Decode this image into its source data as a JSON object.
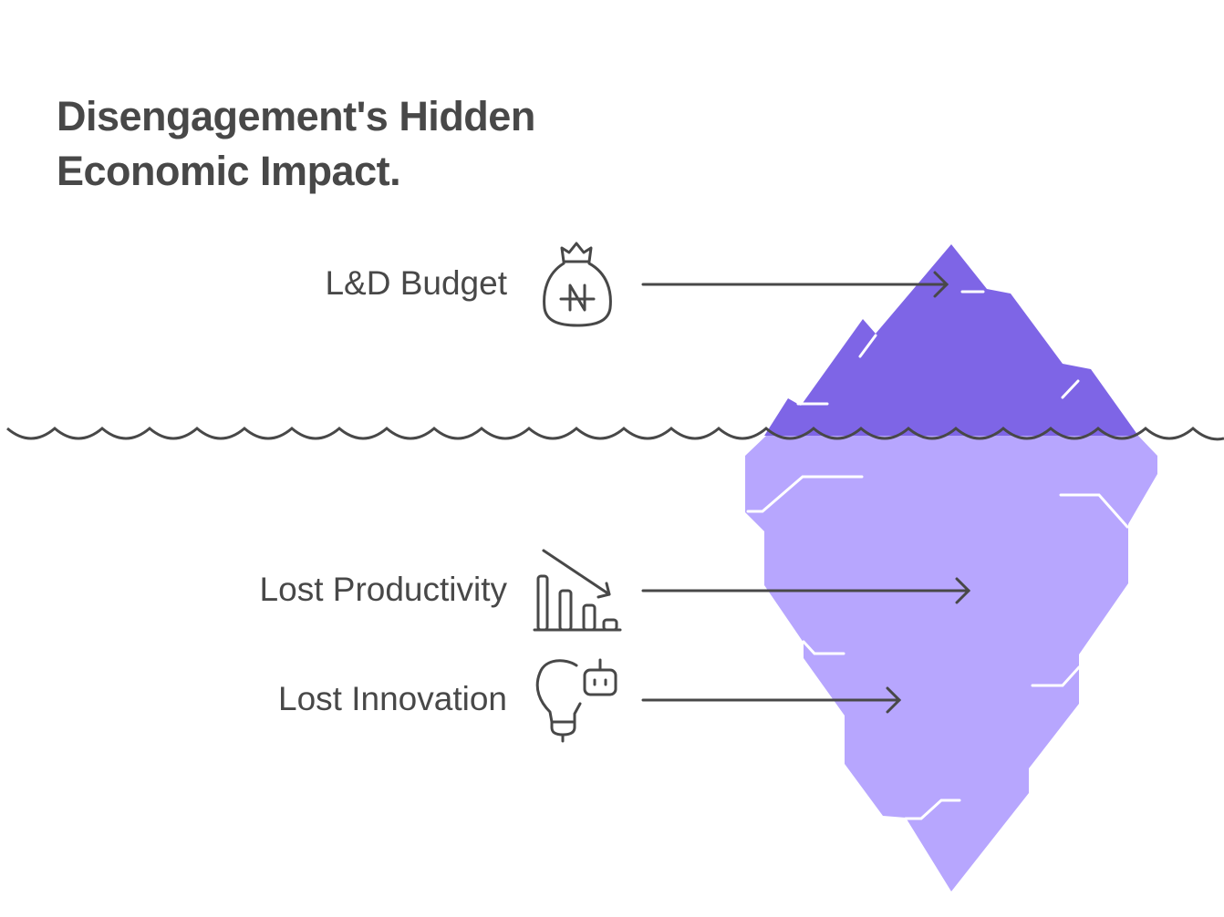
{
  "title": {
    "line1": "Disengagement's Hidden",
    "line2": "Economic Impact."
  },
  "items": [
    {
      "label": "L&D Budget",
      "icon": "money-bag-naira-icon",
      "level": "above-water"
    },
    {
      "label": "Lost Productivity",
      "icon": "declining-bar-chart-icon",
      "level": "below-water"
    },
    {
      "label": "Lost Innovation",
      "icon": "lightbulb-robot-icon",
      "level": "below-water"
    }
  ],
  "colors": {
    "iceberg_top": "#7E65E6",
    "iceberg_bottom": "#B7A6FE",
    "stroke": "#484848",
    "text": "#484848",
    "background": "#FFFFFF"
  }
}
